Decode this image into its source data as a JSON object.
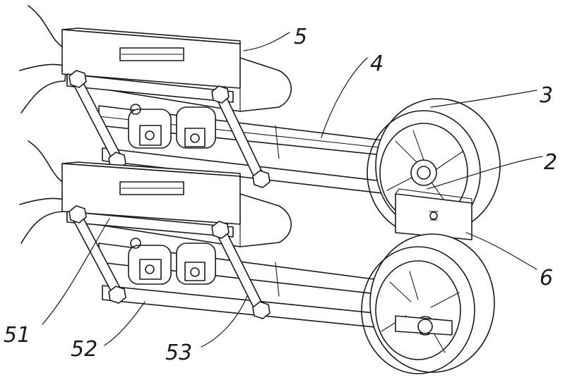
{
  "labels": {
    "l5": "5",
    "l4": "4",
    "l3": "3",
    "l2": "2",
    "l6": "6",
    "l51": "51",
    "l52": "52",
    "l53": "53"
  }
}
